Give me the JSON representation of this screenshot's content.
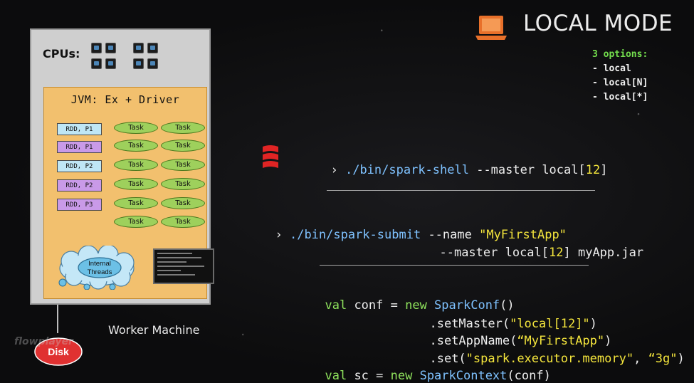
{
  "header": {
    "title": "LOCAL MODE",
    "options_title": "3 options:",
    "options": [
      "- local",
      "- local[N]",
      "- local[*]"
    ]
  },
  "worker": {
    "cpus_label": "CPUs:",
    "jvm_title": "JVM: Ex + Driver",
    "rdds": [
      "RDD, P1",
      "RDD, P1",
      "RDD, P2",
      "RDD, P2",
      "RDD, P3"
    ],
    "rdd_colors": [
      "#bfe6f5",
      "#c99ae8",
      "#bfe6f5",
      "#c99ae8",
      "#c99ae8"
    ],
    "task_label": "Task",
    "internal_threads": [
      "Internal",
      "Threads"
    ],
    "machine_label": "Worker Machine",
    "disk_label": "Disk",
    "watermark": "flowplayer"
  },
  "code": {
    "shell": {
      "prompt": "›",
      "cmd": " ./bin/spark-shell",
      "flag": " --master local[",
      "num": "12",
      "end": "]"
    },
    "submit": {
      "prompt": "›",
      "cmd": " ./bin/spark-submit",
      "flag1": " --name ",
      "app": "\"MyFirstApp\"",
      "flag2": "--master local[",
      "num": "12",
      "end": "] myApp.jar"
    },
    "scala": {
      "kw_val": "val",
      "conf_var": " conf = ",
      "kw_new": "new",
      "spark_conf": " SparkConf",
      "parens": "()",
      "set_master": ".setMaster(",
      "master_val": "\"local[12]\"",
      "close": ")",
      "set_app_name": ".setAppName(",
      "app_val": "“MyFirstApp\"",
      "set": ".set(",
      "prop_key": "\"spark.executor.memory\"",
      "comma": ", ",
      "prop_val": "“3g\"",
      "sc_var": " sc = ",
      "spark_context": " SparkContext",
      "ctx_args": "(conf)"
    }
  },
  "colors": {
    "green": "#8fe35d",
    "yellow": "#f4e53c",
    "blue": "#7fc2ff",
    "laptop": "#e8702a",
    "jvm": "#f2c06e",
    "task": "#9ed05c",
    "disk": "#e03131"
  }
}
